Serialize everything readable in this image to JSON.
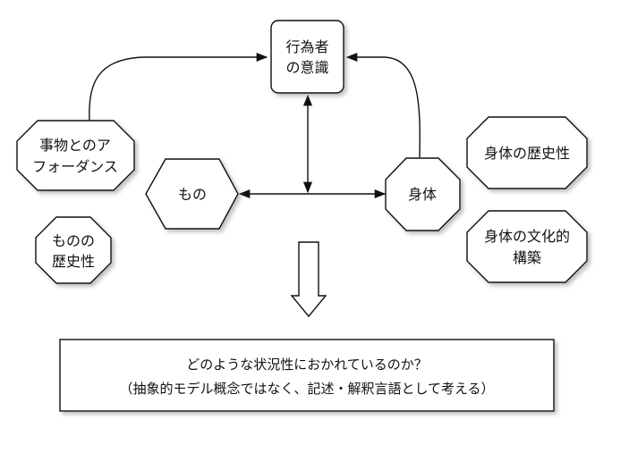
{
  "nodes": {
    "actor_line1": "行為者",
    "actor_line2": "の意識",
    "affordance_line1": "事物とのア",
    "affordance_line2": "フォーダンス",
    "thing_history_line1": "ものの",
    "thing_history_line2": "歴史性",
    "thing": "もの",
    "body": "身体",
    "body_history": "身体の歴史性",
    "body_culture_line1": "身体の文化的",
    "body_culture_line2": "構築"
  },
  "question": {
    "line1": "どのような状況性におかれているのか？",
    "line2": "（抽象的モデル概念ではなく、記述・解釈言語として考える）"
  },
  "colors": {
    "stroke": "#111111",
    "fill": "#ffffff",
    "shadow": "#9a9a9a"
  }
}
